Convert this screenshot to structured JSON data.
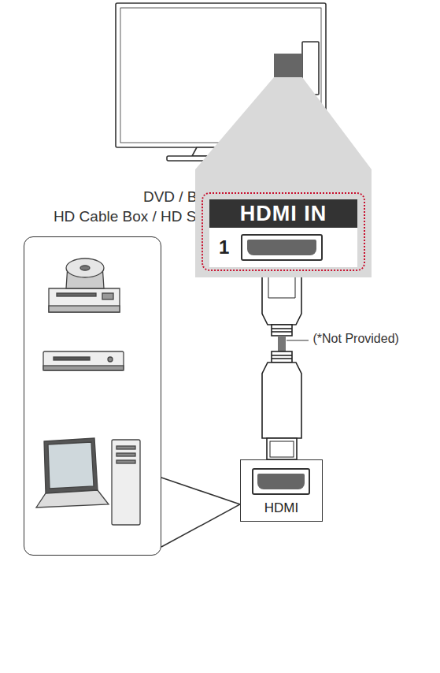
{
  "diagram": {
    "nodes": [
      {
        "text": [
          "HDMI IN",
          "1"
        ]
      },
      {
        "text": [
          "DVD / Blu-Ray / HD Cable Box / HD STB / PC"
        ]
      },
      {
        "text": [
          "HDMI"
        ]
      }
    ],
    "edges": [
      {
        "from": 2,
        "to": 0,
        "arrow": "to",
        "label": "(*Not Provided)"
      },
      {
        "from": 1,
        "to": 2,
        "arrow": "none"
      }
    ]
  }
}
